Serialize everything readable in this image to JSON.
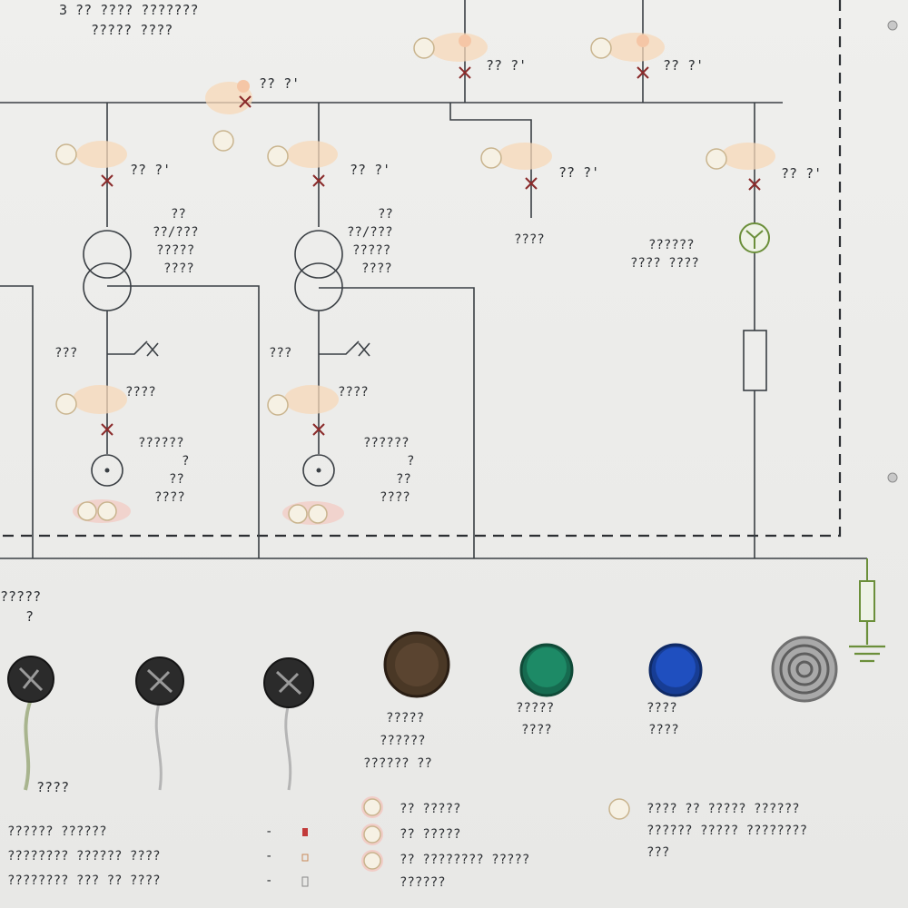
{
  "header": {
    "title_line1": "3 ?? ???? ???????",
    "title_line2": "????? ????"
  },
  "top_bus": {
    "breaker_left_label": "?? ?'",
    "breaker_right_label": "?? ?'"
  },
  "busbar": {
    "left_tie_label": "?? ?'"
  },
  "feeders": [
    {
      "id": "f1",
      "breaker_label": "?? ?'",
      "tx_lines": [
        "??",
        "??/???",
        "?????",
        "????"
      ],
      "disconnector_label": "???",
      "bottom_breaker_label": "????",
      "gen_lines": [
        "??????",
        "?",
        "??",
        "????"
      ]
    },
    {
      "id": "f2",
      "breaker_label": "?? ?'",
      "tx_lines": [
        "??",
        "??/???",
        "?????",
        "????"
      ],
      "disconnector_label": "???",
      "bottom_breaker_label": "????",
      "gen_lines": [
        "??????",
        "?",
        "??",
        "????"
      ]
    },
    {
      "id": "f3",
      "breaker_label": "?? ?'",
      "load_label": "????"
    },
    {
      "id": "f4",
      "breaker_label": "?? ?'",
      "meter_lines": [
        "??????",
        "???? ????"
      ]
    }
  ],
  "controls": {
    "section_label": "?????",
    "section_sub": "?",
    "rotary_switches": [
      {
        "id": "sw1"
      },
      {
        "id": "sw2"
      },
      {
        "id": "sw3"
      }
    ],
    "switch_caption": "????",
    "push_buttons": [
      {
        "id": "pb-brown",
        "color": "#5a4430",
        "caption_lines": [
          "?????",
          "??????",
          "?????? ??"
        ]
      },
      {
        "id": "pb-green",
        "color": "#1d8a66",
        "caption_lines": [
          "?????",
          "????"
        ]
      },
      {
        "id": "pb-blue",
        "color": "#1f4fbf",
        "caption_lines": [
          "????",
          "????"
        ]
      },
      {
        "id": "pb-gray",
        "color": "#8e8e8e",
        "caption_lines": []
      }
    ]
  },
  "legend": {
    "left": [
      {
        "text": "?????? ??????",
        "marker": "-",
        "marker_color": "#c23a3a"
      },
      {
        "text": "???????? ?????? ????",
        "marker": "-",
        "marker_color": "#c98a5a"
      },
      {
        "text": "???????? ??? ?? ????",
        "marker": "-",
        "marker_color": "#888888"
      }
    ],
    "middle": [
      {
        "text": "?? ?????"
      },
      {
        "text": "?? ?????"
      },
      {
        "text": "?? ???????? ?????"
      },
      {
        "text": "??????"
      }
    ],
    "right": {
      "line1": "???? ?? ????? ??????",
      "line2": "?????? ????? ????????",
      "line3": "???"
    }
  }
}
